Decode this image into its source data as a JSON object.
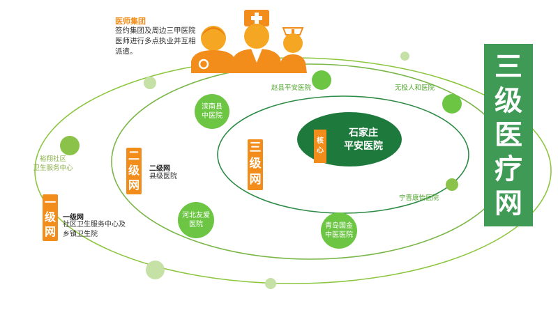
{
  "doctor_group": {
    "title": "医师集团",
    "description_lines": [
      "签约集团及周边三甲医院",
      "医师进行多点执业并互相",
      "派遣。"
    ]
  },
  "tiers": {
    "tier1": {
      "badge_chars": [
        "一",
        "级",
        "网"
      ],
      "title": "一级网",
      "desc_lines": [
        "社区卫生服务中心及",
        "乡镇卫生院"
      ]
    },
    "tier2": {
      "badge_chars": [
        "二",
        "级",
        "网"
      ],
      "title": "二级网",
      "desc": "县级医院"
    },
    "tier3": {
      "badge_chars": [
        "三",
        "级",
        "网"
      ]
    }
  },
  "core": {
    "badge_chars": [
      "核",
      "心"
    ],
    "name_lines": [
      "石家庄",
      "平安医院"
    ]
  },
  "panel": {
    "chars": [
      "三",
      "级",
      "医",
      "疗",
      "网"
    ]
  },
  "nodes": {
    "luannan": [
      "滦南县",
      "中医院"
    ],
    "hebei": [
      "河北友爱",
      "医院"
    ],
    "qingdao": [
      "青岛国金",
      "中医医院"
    ]
  },
  "labels": {
    "zhaoxian": "赵县平安医院",
    "wuji": "无极人和医院",
    "ningjin": "宁晋康怡医院",
    "yuxiang": [
      "裕翔社区",
      "卫生服务中心"
    ]
  },
  "colors": {
    "orange": "#f28c1a",
    "green": "#6cc644",
    "dark_green": "#1e7a3c",
    "panel_green": "#3f9a56"
  }
}
